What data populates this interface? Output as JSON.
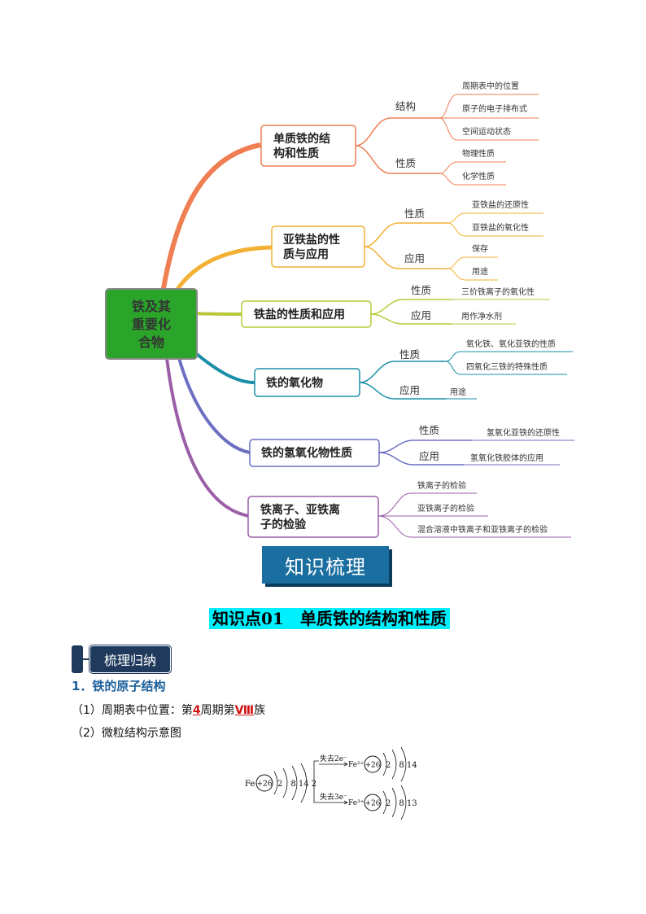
{
  "colors": {
    "branch1": "#ef7f52",
    "branch2": "#f2b134",
    "branch3": "#b6c83a",
    "branch4": "#1a8fa8",
    "branch5": "#6c6fc2",
    "branch6": "#9b5fa8",
    "center_fill": "#2aa52a",
    "banner": "#1b6fa0",
    "highlight": "#00f0ff",
    "heading": "#1b5f9a",
    "answer": "#d01010"
  },
  "mindmap": {
    "center": {
      "line1": "铁及其",
      "line2": "重要化",
      "line3": "合物"
    },
    "branches": [
      {
        "line1": "单质铁的结",
        "line2": "构和性质",
        "subs": [
          {
            "label": "结构",
            "leaves": [
              "周期表中的位置",
              "原子的电子排布式",
              "空间运动状态"
            ]
          },
          {
            "label": "性质",
            "leaves": [
              "物理性质",
              "化学性质"
            ]
          }
        ]
      },
      {
        "line1": "亚铁盐的性",
        "line2": "质与应用",
        "subs": [
          {
            "label": "性质",
            "leaves": [
              "亚铁盐的还原性",
              "亚铁盐的氧化性"
            ]
          },
          {
            "label": "应用",
            "leaves": [
              "保存",
              "用途"
            ]
          }
        ]
      },
      {
        "line1": "铁盐的性质和应用",
        "subs": [
          {
            "label": "性质",
            "leaves": [
              "三价铁离子的氧化性"
            ]
          },
          {
            "label": "应用",
            "leaves": [
              "用作净水剂"
            ]
          }
        ]
      },
      {
        "line1": "铁的氧化物",
        "subs": [
          {
            "label": "性质",
            "leaves": [
              "氧化铁、氧化亚铁的性质",
              "四氧化三铁的特殊性质"
            ]
          },
          {
            "label": "应用",
            "leaves": [
              "用途"
            ]
          }
        ]
      },
      {
        "line1": "铁的氢氧化物性质",
        "subs": [
          {
            "label": "性质",
            "leaves": [
              "氢氧化亚铁的还原性"
            ]
          },
          {
            "label": "应用",
            "leaves": [
              "氢氧化铁胶体的应用"
            ]
          }
        ]
      },
      {
        "line1": "铁离子、亚铁离",
        "line2": "子的检验",
        "leaves": [
          "铁离子的检验",
          "亚铁离子的检验",
          "混合溶液中铁离子和亚铁离子的检验"
        ]
      }
    ]
  },
  "banner": "知识梳理",
  "knowledge_point": "知识点01　单质铁的结构和性质",
  "section_tag": "梳理归纳",
  "heading1": "1．铁的原子结构",
  "item1": {
    "prefix": "（1）周期表中位置：第",
    "period": "4",
    "mid": "周期第",
    "group": "Ⅷ",
    "suffix": "族"
  },
  "item2": "（2）微粒结构示意图",
  "diagram": {
    "fe": "Fe",
    "nucleus": "+26",
    "fe_shells": "2　8 14  2",
    "lose2": "失去2e⁻",
    "lose3": "失去3e⁻",
    "fe2": "Fe²⁺",
    "fe3": "Fe³⁺",
    "fe2_shells": "2　8 14",
    "fe3_shells": "2　8 13"
  }
}
